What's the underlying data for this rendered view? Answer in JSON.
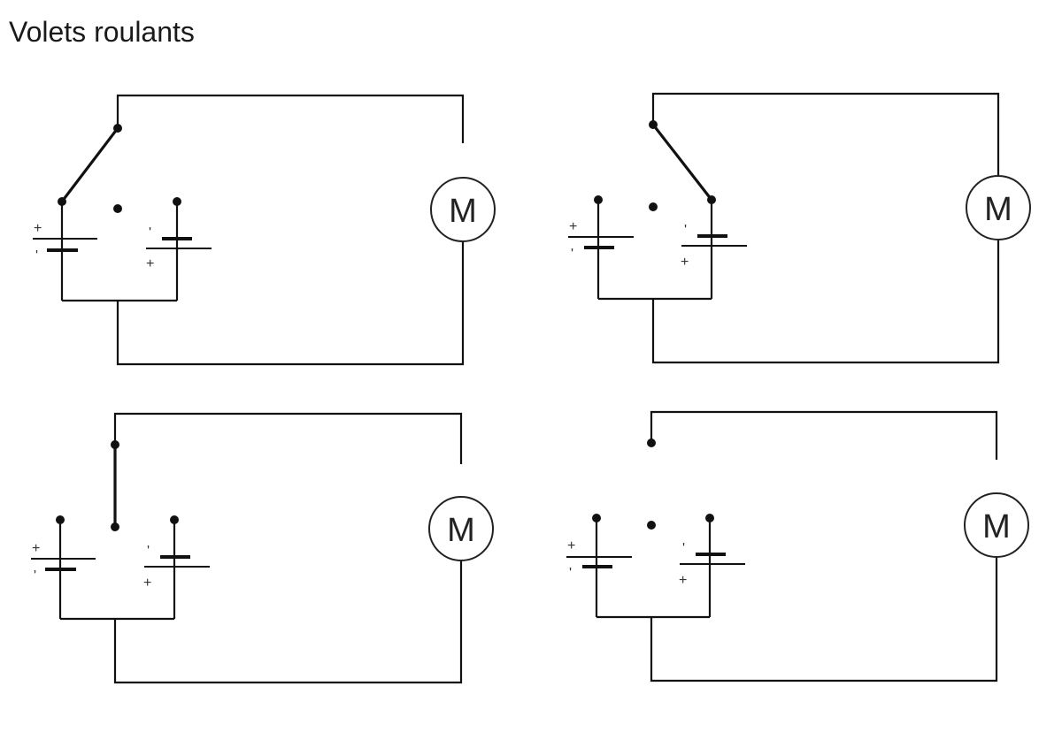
{
  "title": "Volets roulants",
  "motor_label": "M",
  "plus_sign": "+",
  "minus_sign": "'",
  "circuits": [
    {
      "name": "circuit-top-left",
      "switch_position": "left"
    },
    {
      "name": "circuit-top-right",
      "switch_position": "right"
    },
    {
      "name": "circuit-bottom-left",
      "switch_position": "middle"
    },
    {
      "name": "circuit-bottom-right",
      "switch_position": "open"
    }
  ]
}
